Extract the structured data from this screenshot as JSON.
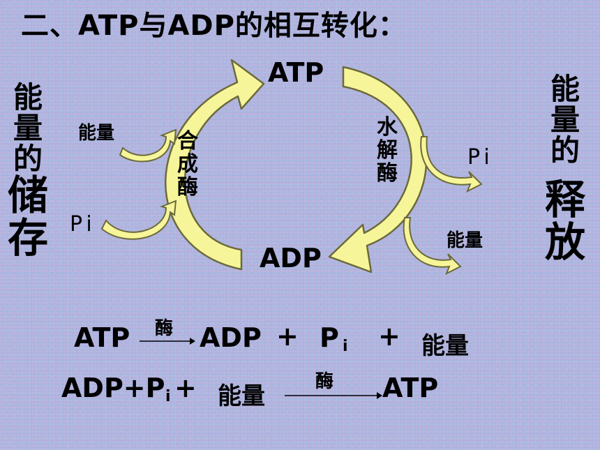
{
  "title": "二、ATP与ADP的相互转化：",
  "left_side": {
    "chars": [
      "能",
      "量",
      "的",
      "储",
      "存"
    ]
  },
  "right_side": {
    "chars": [
      "能",
      "量",
      "的",
      "释",
      "放"
    ]
  },
  "cycle": {
    "top_node": "ATP",
    "bottom_node": "ADP",
    "synthesis_enzyme": [
      "合",
      "成",
      "酶"
    ],
    "hydrolysis_enzyme": [
      "水",
      "解",
      "酶"
    ],
    "left_energy": "能量",
    "left_pi": "Pi",
    "right_pi": "Pi",
    "right_energy": "能量"
  },
  "equation1": {
    "left": "ATP",
    "enzyme": "酶",
    "product": "ADP",
    "plus1": "+",
    "pi": "P",
    "pi_sub": "i",
    "plus2": "+",
    "energy": "能量"
  },
  "equation2": {
    "adp": "ADP+P",
    "pi_sub": "i",
    "plus": "+",
    "energy": "能量",
    "enzyme": "酶",
    "product": "ATP"
  },
  "colors": {
    "arrow_fill": "#f7f59a",
    "arrow_stroke": "#6b6a3a",
    "background": "#a9b3df"
  }
}
